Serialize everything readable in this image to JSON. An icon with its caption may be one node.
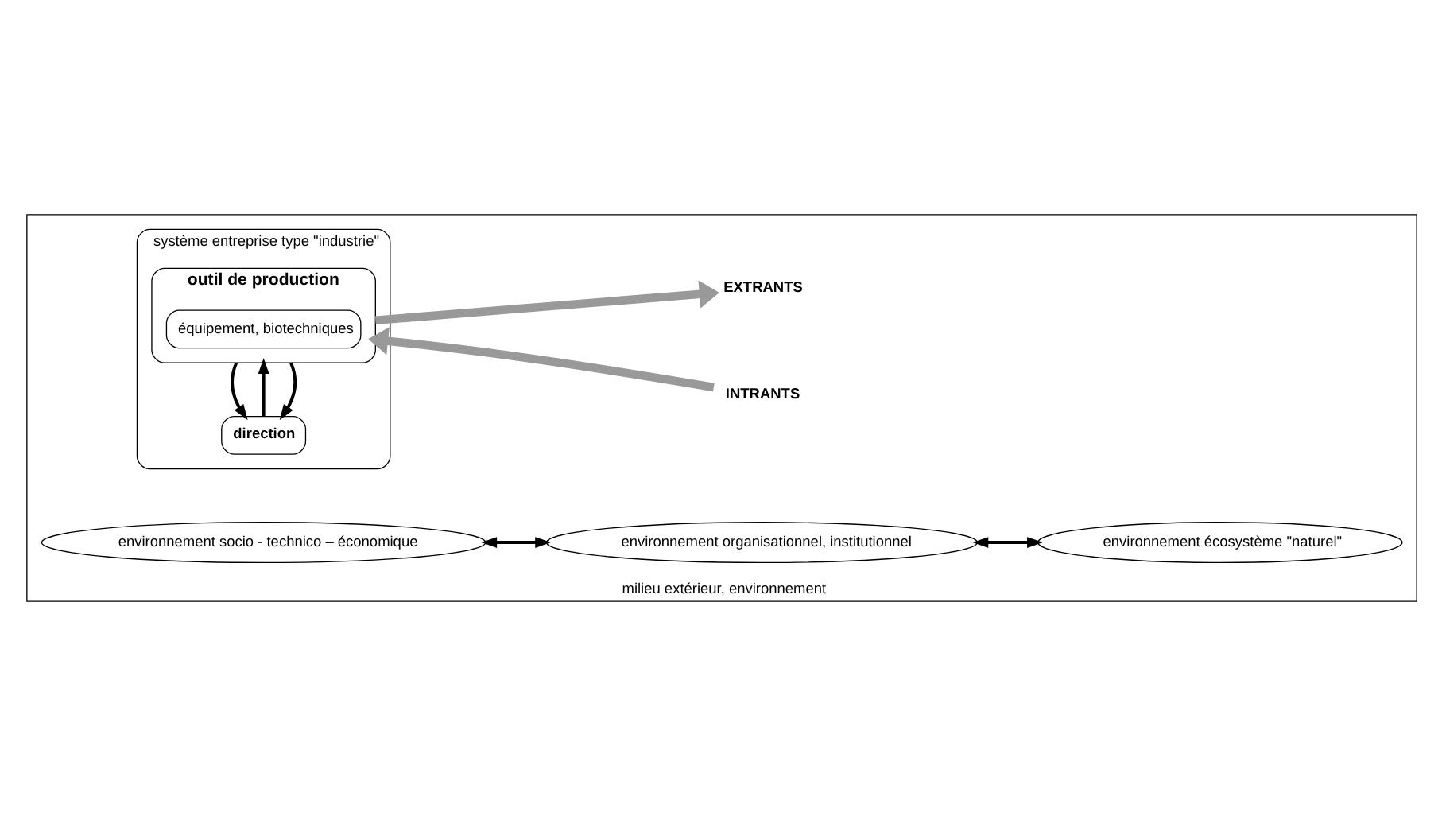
{
  "diagram": {
    "nodes": [
      {
        "text": [
          "milieu extérieur, environnement"
        ]
      },
      {
        "text": [
          "système entreprise type \"industrie\""
        ],
        "in": 0
      },
      {
        "text": [
          "direction"
        ],
        "in": 1
      },
      {
        "text": [
          "outil de production"
        ],
        "in": 1
      },
      {
        "text": [
          "équipement, biotechniques"
        ],
        "in": 3
      },
      {
        "text": [
          "INTRANTS"
        ],
        "in": 0
      },
      {
        "text": [
          "EXTRANTS"
        ],
        "in": 0
      },
      {
        "text": [
          "environnement socio - technico – économique"
        ],
        "in": 0
      },
      {
        "text": [
          "environnement organisationnel, institutionnel"
        ],
        "in": 0
      },
      {
        "text": [
          "environnement écosystème \"naturel\""
        ],
        "in": 0
      }
    ],
    "edges": [
      {
        "from": 5,
        "to": 3,
        "arrow": "to",
        "style": "thick",
        "color": "#999999"
      },
      {
        "from": 3,
        "to": 6,
        "arrow": "to",
        "style": "thick",
        "color": "#999999"
      },
      {
        "from": 3,
        "to": 2,
        "arrow": "to"
      },
      {
        "from": 2,
        "to": 3,
        "arrow": "to"
      },
      {
        "from": 3,
        "to": 2,
        "arrow": "to"
      },
      {
        "from": 7,
        "to": 8,
        "arrow": "both"
      },
      {
        "from": 8,
        "to": 9,
        "arrow": "both"
      }
    ]
  }
}
